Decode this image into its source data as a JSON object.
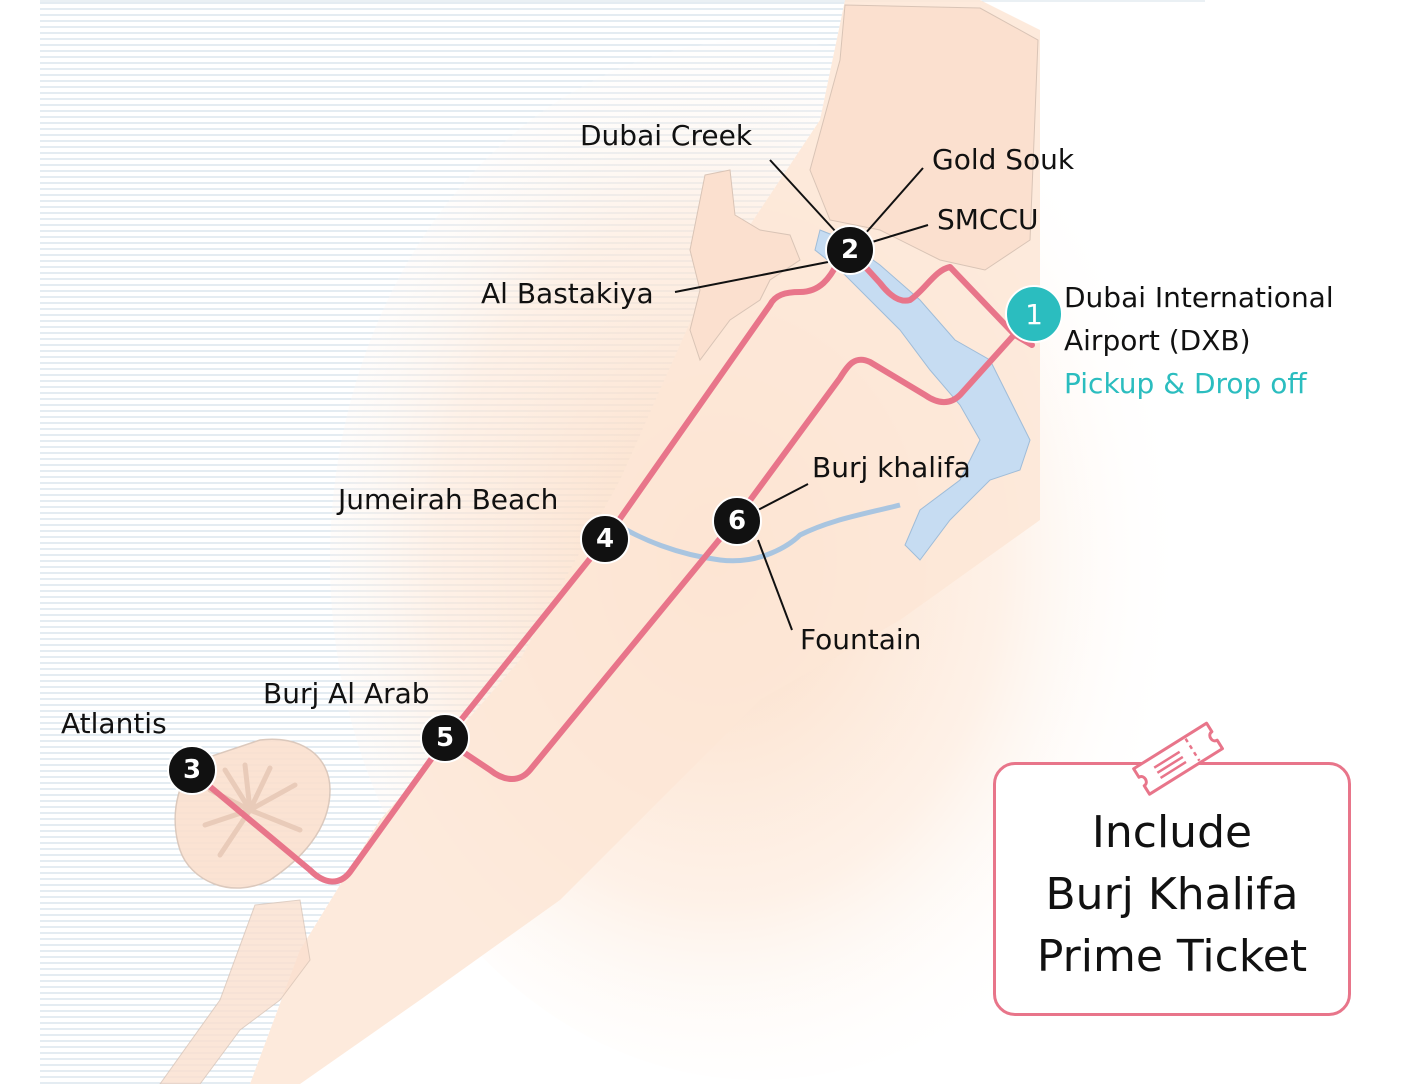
{
  "stops": [
    {
      "number": "1",
      "name_line1": "Dubai International",
      "name_line2": "Airport (DXB)",
      "note": "Pickup & Drop off"
    },
    {
      "number": "2"
    },
    {
      "number": "3"
    },
    {
      "number": "4"
    },
    {
      "number": "5"
    },
    {
      "number": "6"
    }
  ],
  "labels": {
    "dubai_creek": "Dubai Creek",
    "gold_souk": "Gold Souk",
    "smccu": "SMCCU",
    "al_bastakiya": "Al Bastakiya",
    "jumeirah_beach": "Jumeirah Beach",
    "burj_khalifa": "Burj khalifa",
    "fountain": "Fountain",
    "burj_al_arab": "Burj Al Arab",
    "atlantis": "Atlantis"
  },
  "ticket": {
    "line1": "Include",
    "line2": "Burj Khalifa",
    "line3": "Prime Ticket",
    "icon": "ticket-icon"
  },
  "colors": {
    "route": "#e8758a",
    "start_marker": "#2bbdbf",
    "stop_marker": "#111111",
    "water": "#c6dcf2",
    "land": "#fbe3d3"
  }
}
